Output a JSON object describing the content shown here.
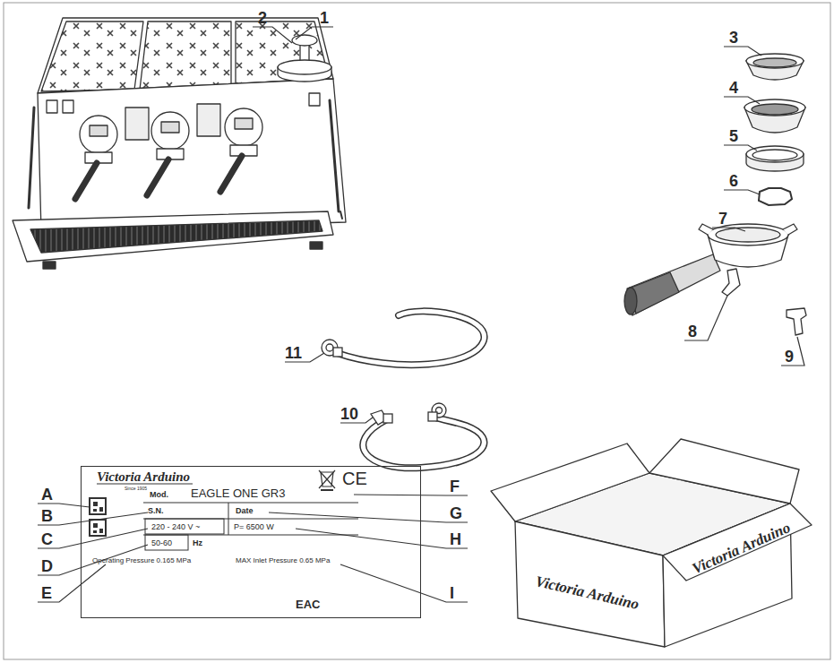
{
  "diagram": {
    "nodes": [
      {
        "text": [
          "Victoria Arduino",
          "Since 1905",
          "Mod.",
          "EAGLE ONE GR3",
          "S.N.",
          "Date",
          "220 - 240 V ~",
          "P= 6500 W",
          "50-60",
          "Hz",
          "Operating Pressure 0.165 MPa",
          "MAX Inlet Pressure 0.65 MPa"
        ]
      }
    ],
    "labels": [
      "1",
      "2",
      "3",
      "4",
      "5",
      "6",
      "7",
      "8",
      "9",
      "10",
      "11",
      "A",
      "B",
      "C",
      "D",
      "E",
      "F",
      "G",
      "H",
      "I",
      "CE",
      "EAC",
      "Victoria Arduino",
      "Victoria Arduino"
    ]
  }
}
